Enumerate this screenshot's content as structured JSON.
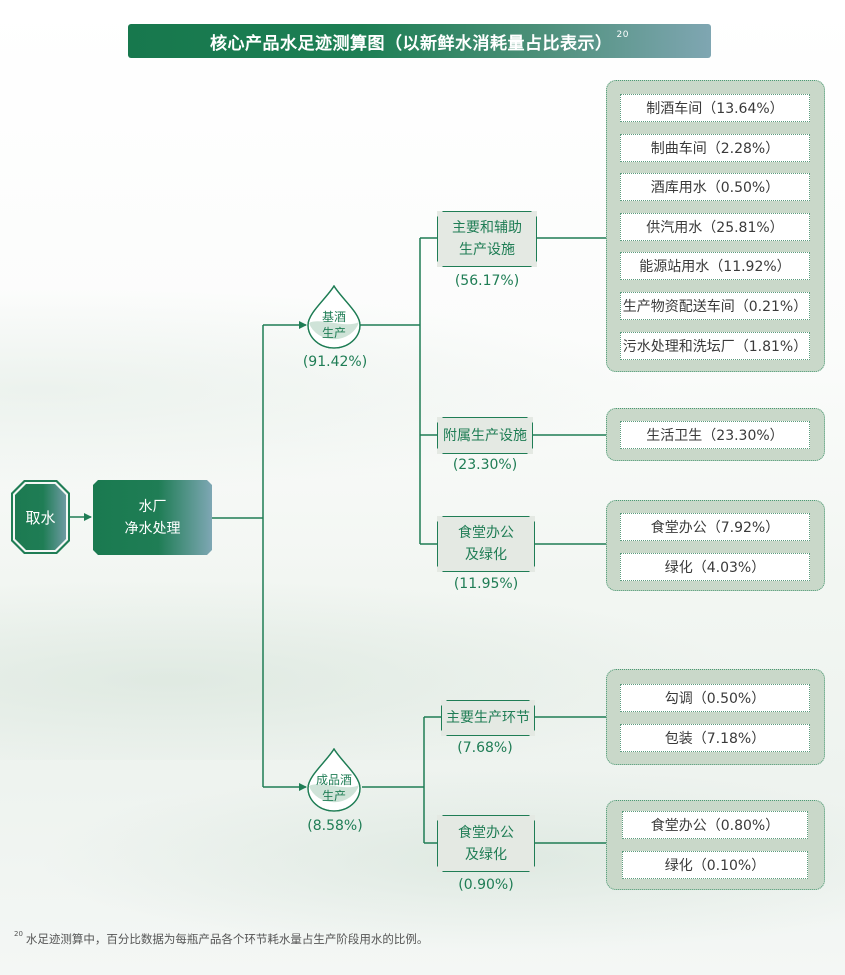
{
  "title": {
    "text": "核心产品水足迹测算图（以新鲜水消耗量占比表示）",
    "footnote_ref": "20"
  },
  "colors": {
    "primary_green": "#1f7d55",
    "gradient_end": "#7ea7b4",
    "category_fill": "#e4e9e3",
    "group_fill": "#c9d8c9"
  },
  "source": {
    "label": "取水"
  },
  "plant": {
    "line1": "水厂",
    "line2": "净水处理"
  },
  "stages": [
    {
      "line1": "基酒",
      "line2": "生产",
      "pct": "(91.42%)",
      "categories": [
        {
          "line1": "主要和辅助",
          "line2": "生产设施",
          "pct": "(56.17%)",
          "items": [
            "制酒车间（13.64%）",
            "制曲车间（2.28%）",
            "酒库用水（0.50%）",
            "供汽用水（25.81%）",
            "能源站用水（11.92%）",
            "生产物资配送车间（0.21%）",
            "污水处理和洗坛厂（1.81%）"
          ]
        },
        {
          "line1": "附属生产设施",
          "line2": "",
          "pct": "(23.30%)",
          "items": [
            "生活卫生（23.30%）"
          ]
        },
        {
          "line1": "食堂办公",
          "line2": "及绿化",
          "pct": "(11.95%)",
          "items": [
            "食堂办公（7.92%）",
            "绿化（4.03%）"
          ]
        }
      ]
    },
    {
      "line1": "成品酒",
      "line2": "生产",
      "pct": "(8.58%)",
      "categories": [
        {
          "line1": "主要生产环节",
          "line2": "",
          "pct": "(7.68%)",
          "items": [
            "勾调（0.50%）",
            "包装（7.18%）"
          ]
        },
        {
          "line1": "食堂办公",
          "line2": "及绿化",
          "pct": "(0.90%)",
          "items": [
            "食堂办公（0.80%）",
            "绿化（0.10%）"
          ]
        }
      ]
    }
  ],
  "footnote": {
    "ref": "20",
    "text": "水足迹测算中，百分比数据为每瓶产品各个环节耗水量占生产阶段用水的比例。"
  }
}
